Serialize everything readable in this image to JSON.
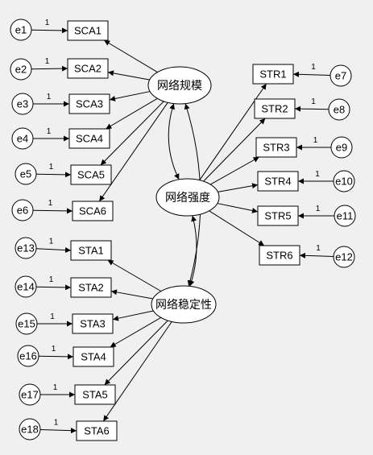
{
  "latents": [
    {
      "id": "SCA",
      "label": "网络规模"
    },
    {
      "id": "STR",
      "label": "网络强度"
    },
    {
      "id": "STA",
      "label": "网络稳定性"
    }
  ],
  "indicators": {
    "SCA": [
      {
        "obs": "SCA1",
        "err": "e1",
        "weight": "1"
      },
      {
        "obs": "SCA2",
        "err": "e2",
        "weight": "1"
      },
      {
        "obs": "SCA3",
        "err": "e3",
        "weight": "1"
      },
      {
        "obs": "SCA4",
        "err": "e4",
        "weight": "1"
      },
      {
        "obs": "SCA5",
        "err": "e5",
        "weight": "1"
      },
      {
        "obs": "SCA6",
        "err": "e6",
        "weight": "1"
      }
    ],
    "STR": [
      {
        "obs": "STR1",
        "err": "e7",
        "weight": "1"
      },
      {
        "obs": "STR2",
        "err": "e8",
        "weight": "1"
      },
      {
        "obs": "STR3",
        "err": "e9",
        "weight": "1"
      },
      {
        "obs": "STR4",
        "err": "e10",
        "weight": "1"
      },
      {
        "obs": "STR5",
        "err": "e11",
        "weight": "1"
      },
      {
        "obs": "STR6",
        "err": "e12",
        "weight": "1"
      }
    ],
    "STA": [
      {
        "obs": "STA1",
        "err": "e13",
        "weight": "1"
      },
      {
        "obs": "STA2",
        "err": "e14",
        "weight": "1"
      },
      {
        "obs": "STA3",
        "err": "e15",
        "weight": "1"
      },
      {
        "obs": "STA4",
        "err": "e16",
        "weight": "1"
      },
      {
        "obs": "STA5",
        "err": "e17",
        "weight": "1"
      },
      {
        "obs": "STA6",
        "err": "e18",
        "weight": "1"
      }
    ]
  },
  "covariances": [
    [
      "SCA",
      "STR"
    ],
    [
      "SCA",
      "STA"
    ],
    [
      "STR",
      "STA"
    ]
  ],
  "colors": {
    "background": "#f0f0f0",
    "stroke": "#000000",
    "fill": "#ffffff"
  }
}
